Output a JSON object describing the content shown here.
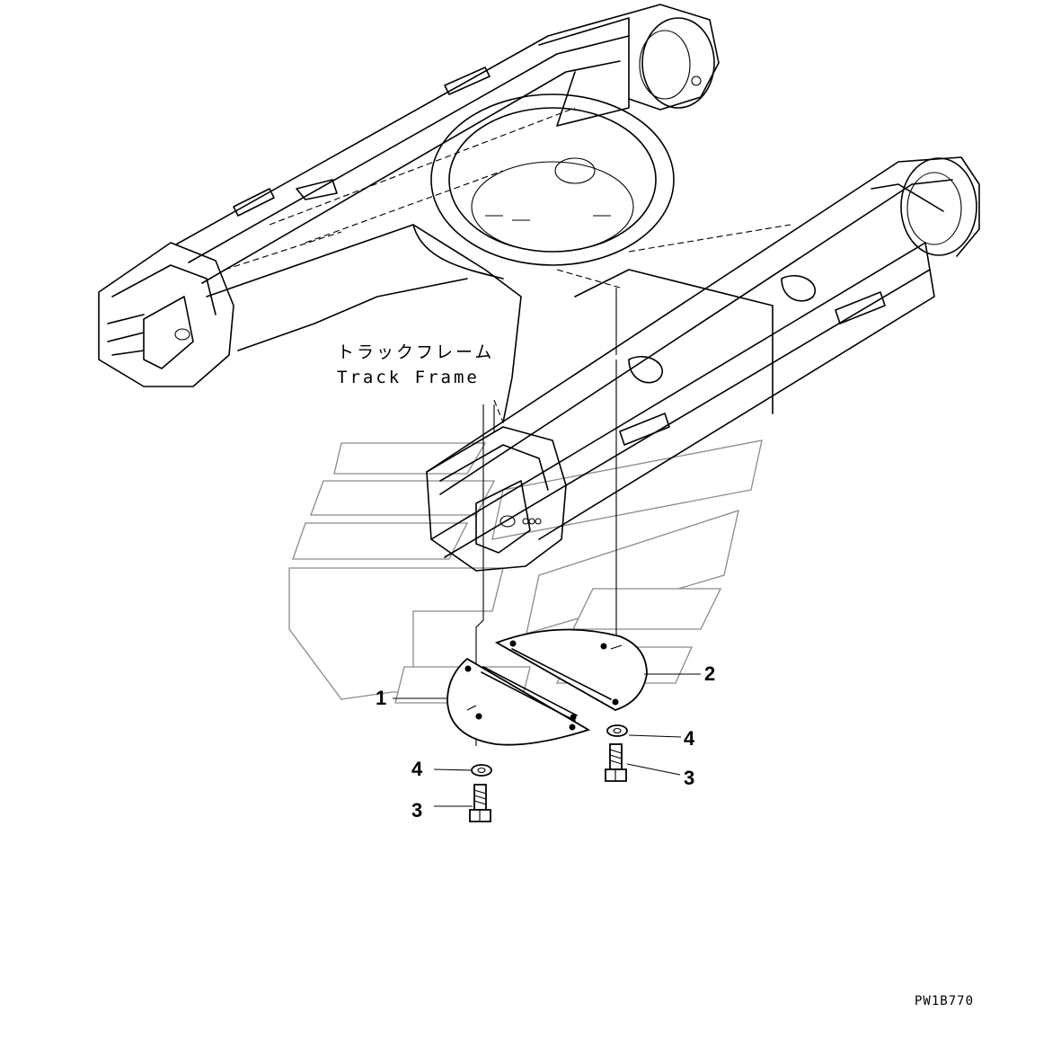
{
  "frame_label": {
    "japanese": "トラックフレーム",
    "english": "Track Frame"
  },
  "callouts": {
    "plate_left": "1",
    "plate_right": "2",
    "bolt_left": "3",
    "bolt_right": "3",
    "washer_left": "4",
    "washer_right": "4"
  },
  "drawing_code": "PW1B770"
}
